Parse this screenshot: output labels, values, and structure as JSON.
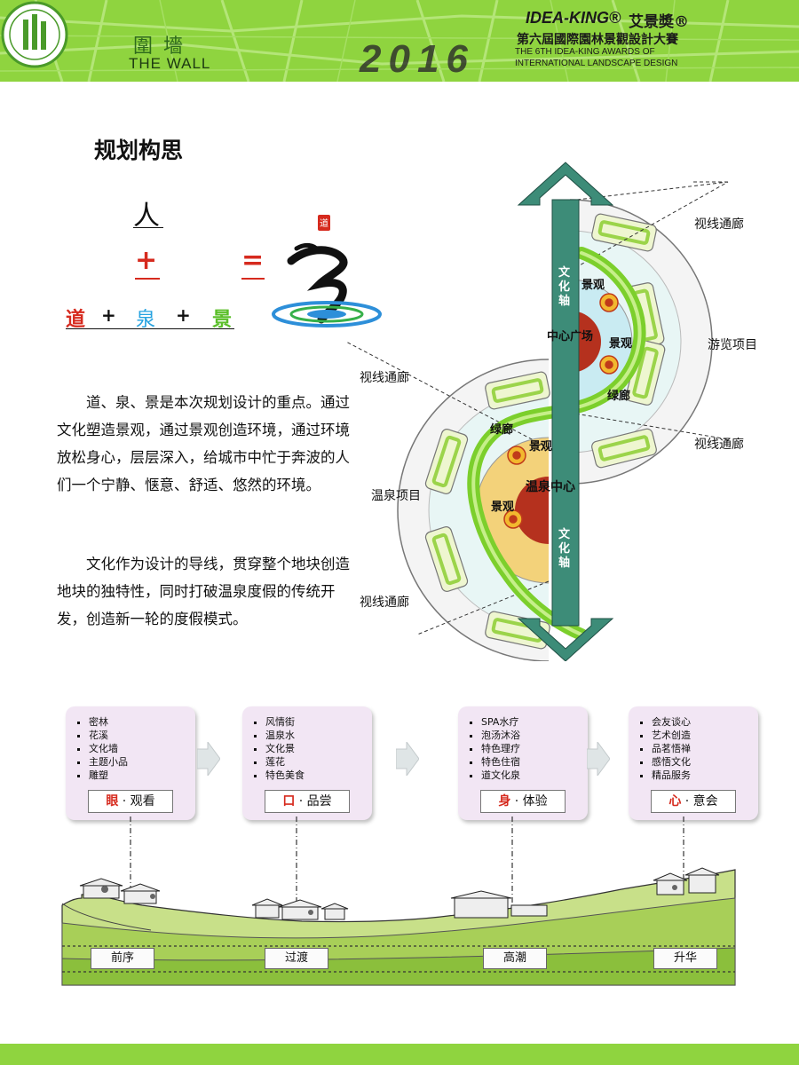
{
  "header": {
    "brand_cn": "圍墻",
    "brand_en": "THE WALL",
    "year": "2016",
    "logo_en": "IDEA-KING®",
    "logo_cn": "艾景奬®",
    "contest_cn": "第六屆國際園林景觀設計大賽",
    "contest_en_1": "THE 6TH IDEA-KING AWARDS OF",
    "contest_en_2": "INTERNATIONAL LANDSCAPE DESIGN"
  },
  "title": "规划构思",
  "formula": {
    "ren": "人",
    "plus": "+",
    "equals": "=",
    "dao": "道",
    "quan": "泉",
    "jing": "景",
    "join": "+",
    "seal": "道"
  },
  "paragraphs": [
    "道、泉、景是本次规划设计的重点。通过文化塑造景观，通过景观创造环境，通过环境放松身心，层层深入，给城市中忙于奔波的人们一个宁静、惬意、舒适、悠然的环境。",
    "文化作为设计的导线，贯穿整个地块创造地块的独特性，同时打破温泉度假的传统开发，创造新一轮的度假模式。"
  ],
  "diagram": {
    "axis_label": "文化轴",
    "sightline": "视线通廊",
    "tour_items": "游览项目",
    "spring_items": "温泉项目",
    "green_corridor": "绿廊",
    "landscape": "景观",
    "center_plaza": "中心广场",
    "spring_center": "温泉中心"
  },
  "process": {
    "cards": [
      {
        "items": [
          "密林",
          "花溪",
          "文化墙",
          "主题小品",
          "雕塑"
        ],
        "key": "眼",
        "label": "· 观看"
      },
      {
        "items": [
          "风情街",
          "温泉水",
          "文化景",
          "莲花",
          "特色美食"
        ],
        "key": "口",
        "label": "· 品尝"
      },
      {
        "items": [
          "SPA水疗",
          "泡汤沐浴",
          "特色理疗",
          "特色住宿",
          "道文化泉"
        ],
        "key": "身",
        "label": "· 体验"
      },
      {
        "items": [
          "会友谈心",
          "艺术创造",
          "品茗悟禅",
          "感悟文化",
          "精品服务"
        ],
        "key": "心",
        "label": "· 意会"
      }
    ],
    "stages": [
      "前序",
      "过渡",
      "高潮",
      "升华"
    ]
  },
  "colors": {
    "header_green": "#8fd43f",
    "axis_teal": "#3d8c78",
    "accent_red": "#d62a1e",
    "quan_blue": "#27a3e0",
    "jing_green": "#5bbf2a",
    "card_bg": "#f2e6f4"
  }
}
